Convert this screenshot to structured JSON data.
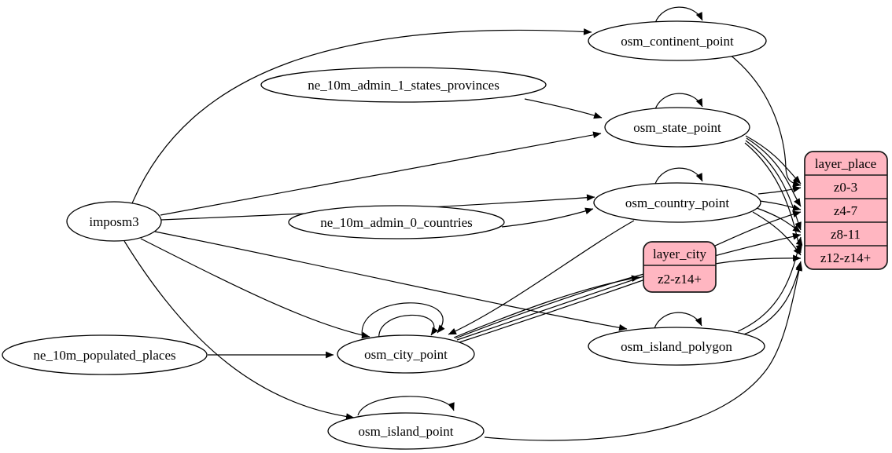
{
  "diagram": {
    "kind": "etl-dependency-graph",
    "colors": {
      "layer_node_fill": "#ffb6c1",
      "table_node_fill": "#ffffff",
      "edge_color": "#000000",
      "border_color": "#1a1a1a",
      "background": "#ffffff"
    },
    "nodes": {
      "imposm3": "imposm3",
      "ne_10m_admin_1_states_provinces": "ne_10m_admin_1_states_provinces",
      "ne_10m_admin_0_countries": "ne_10m_admin_0_countries",
      "ne_10m_populated_places": "ne_10m_populated_places",
      "osm_continent_point": "osm_continent_point",
      "osm_state_point": "osm_state_point",
      "osm_country_point": "osm_country_point",
      "osm_city_point": "osm_city_point",
      "osm_island_polygon": "osm_island_polygon",
      "osm_island_point": "osm_island_point"
    },
    "layer_city": {
      "title": "layer_city",
      "rows": [
        "z2-z14+"
      ]
    },
    "layer_place": {
      "title": "layer_place",
      "rows": [
        "z0-3",
        "z4-7",
        "z8-11",
        "z12-z14+"
      ]
    },
    "edges": [
      {
        "from": "imposm3",
        "to": "osm_continent_point"
      },
      {
        "from": "imposm3",
        "to": "osm_state_point"
      },
      {
        "from": "imposm3",
        "to": "osm_country_point"
      },
      {
        "from": "imposm3",
        "to": "osm_city_point"
      },
      {
        "from": "imposm3",
        "to": "osm_island_polygon"
      },
      {
        "from": "imposm3",
        "to": "osm_island_point"
      },
      {
        "from": "ne_10m_admin_1_states_provinces",
        "to": "osm_state_point"
      },
      {
        "from": "ne_10m_admin_0_countries",
        "to": "osm_country_point"
      },
      {
        "from": "ne_10m_populated_places",
        "to": "osm_city_point"
      },
      {
        "from": "osm_country_point",
        "to": "osm_city_point"
      },
      {
        "from": "osm_continent_point",
        "to": "osm_continent_point"
      },
      {
        "from": "osm_state_point",
        "to": "osm_state_point"
      },
      {
        "from": "osm_country_point",
        "to": "osm_country_point"
      },
      {
        "from": "osm_city_point",
        "to": "osm_city_point"
      },
      {
        "from": "osm_city_point",
        "to": "osm_city_point"
      },
      {
        "from": "osm_island_polygon",
        "to": "osm_island_polygon"
      },
      {
        "from": "osm_island_point",
        "to": "osm_island_point"
      },
      {
        "from": "osm_city_point",
        "to": "layer_city:z2-z14+"
      },
      {
        "from": "osm_continent_point",
        "to": "layer_place:z0-3"
      },
      {
        "from": "osm_state_point",
        "to": "layer_place:z0-3"
      },
      {
        "from": "osm_state_point",
        "to": "layer_place:z4-7"
      },
      {
        "from": "osm_state_point",
        "to": "layer_place:z8-11"
      },
      {
        "from": "osm_state_point",
        "to": "layer_place:z12-z14+"
      },
      {
        "from": "osm_country_point",
        "to": "layer_place:z0-3"
      },
      {
        "from": "osm_country_point",
        "to": "layer_place:z4-7"
      },
      {
        "from": "osm_country_point",
        "to": "layer_place:z8-11"
      },
      {
        "from": "osm_country_point",
        "to": "layer_place:z12-z14+"
      },
      {
        "from": "osm_city_point",
        "to": "layer_place:z4-7"
      },
      {
        "from": "osm_city_point",
        "to": "layer_place:z8-11"
      },
      {
        "from": "osm_city_point",
        "to": "layer_place:z12-z14+"
      },
      {
        "from": "osm_island_polygon",
        "to": "layer_place:z8-11"
      },
      {
        "from": "osm_island_polygon",
        "to": "layer_place:z12-z14+"
      },
      {
        "from": "osm_island_point",
        "to": "layer_place:z12-z14+"
      }
    ]
  }
}
